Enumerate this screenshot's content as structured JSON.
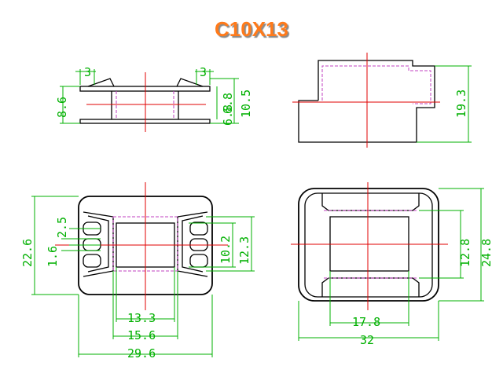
{
  "title": "C10X13",
  "colors": {
    "title": "#ff7a1a",
    "outline": "#000000",
    "centerline": "#e00000",
    "hidden": "#c040c0",
    "dimension": "#00b000"
  },
  "dimensions": {
    "side_view": {
      "top_left_width": "3",
      "top_right_width": "3",
      "overall_height_left": "8.6",
      "inner_height": "6.8",
      "overall_height": "10.5",
      "bottom_flange": "6.8"
    },
    "end_view": {
      "height": "19.3"
    },
    "top_view": {
      "height_overall": "22.6",
      "pin_pitch": "2.5",
      "pin_width": "1.6",
      "window_height": "10.2",
      "flange_height": "12.3",
      "window_width": "13.3",
      "core_width": "15.6",
      "overall_width": "29.6"
    },
    "bottom_view": {
      "window_height": "12.8",
      "overall_height": "24.8",
      "window_width": "17.8",
      "overall_width": "32"
    }
  }
}
